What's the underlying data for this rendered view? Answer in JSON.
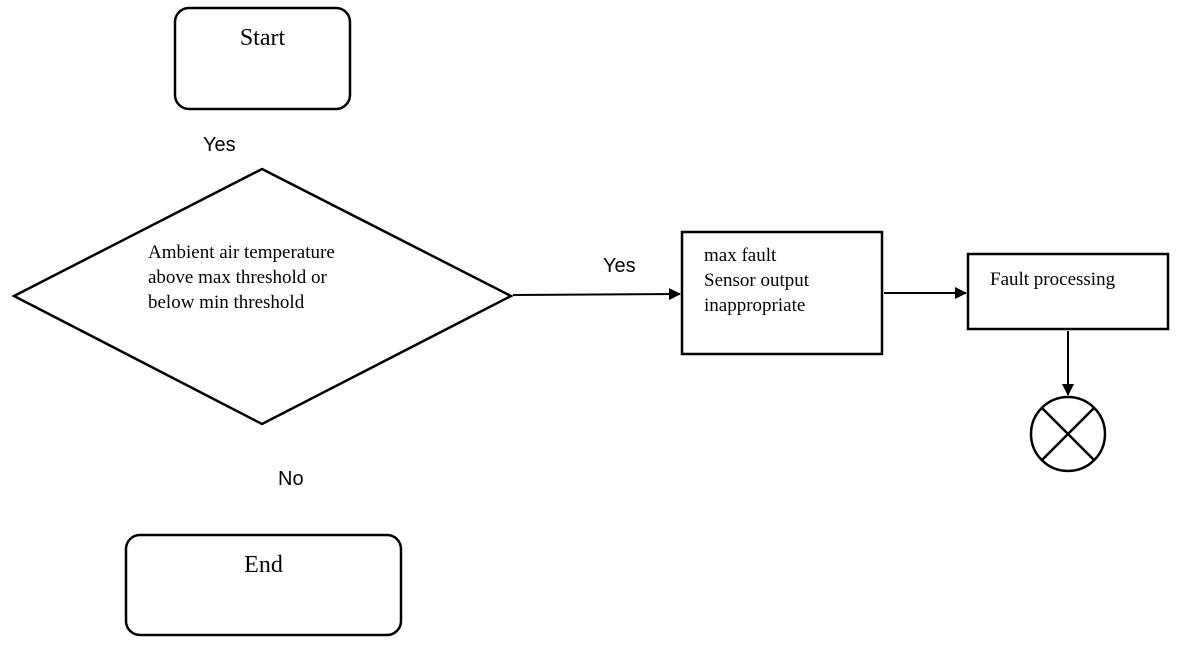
{
  "diagram": {
    "start": {
      "label": "Start"
    },
    "end": {
      "label": "End"
    },
    "decision": {
      "lines": [
        "Ambient air temperature",
        "above max threshold or",
        "below min threshold"
      ]
    },
    "fault_box": {
      "lines": [
        "max fault",
        "Sensor output",
        "inappropriate"
      ]
    },
    "processing_box": {
      "label": "Fault processing"
    },
    "edges": {
      "start_yes": "Yes",
      "decision_yes": "Yes",
      "decision_no": "No"
    }
  }
}
